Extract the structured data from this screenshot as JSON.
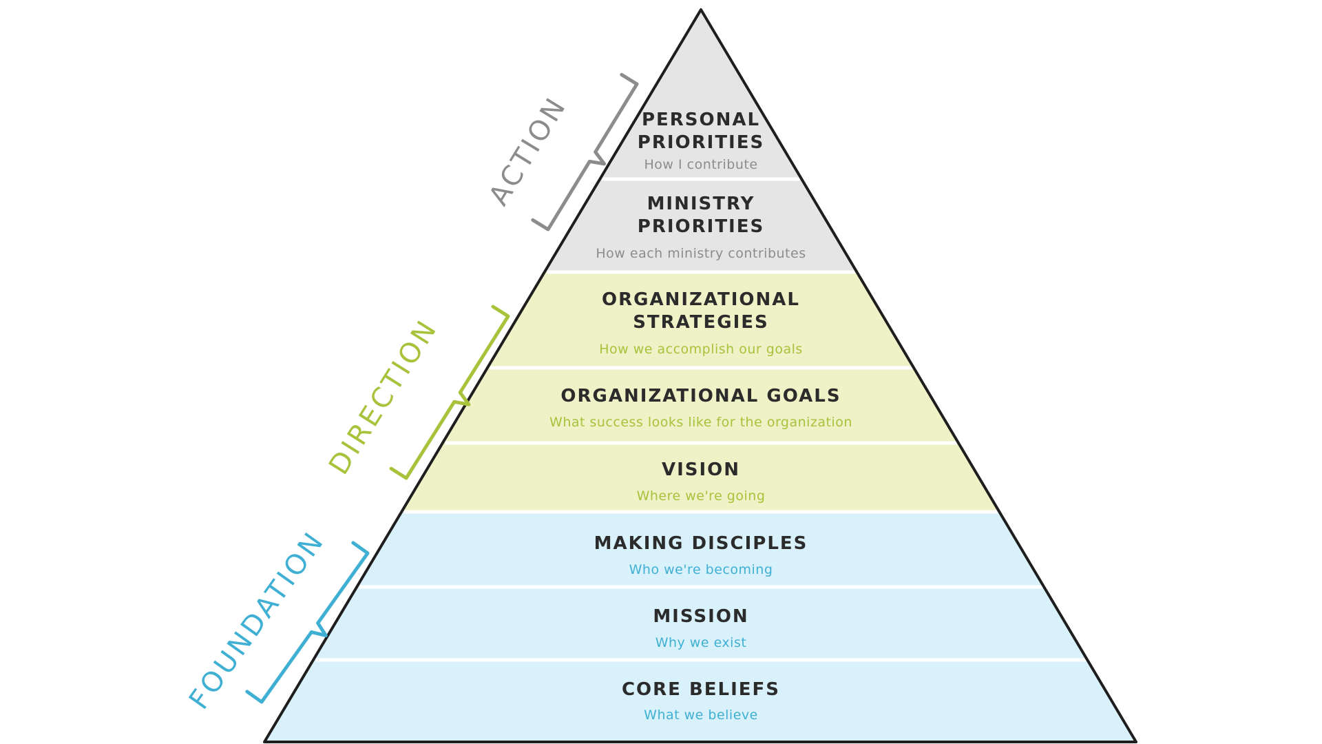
{
  "colors": {
    "action": "#8c8c8c",
    "action_fill": "#e5e5e5",
    "direction": "#a8c23c",
    "direction_fill": "#eff1c6",
    "foundation": "#3fb0d3",
    "foundation_fill": "#d9f1fb",
    "outline": "#1e1e1e",
    "divider": "#ffffff",
    "title": "#2b2b2b"
  },
  "groups": [
    {
      "id": "action",
      "label": "ACTION"
    },
    {
      "id": "direction",
      "label": "DIRECTION"
    },
    {
      "id": "foundation",
      "label": "FOUNDATION"
    }
  ],
  "layers": [
    {
      "group": "action",
      "title": [
        "PERSONAL",
        "PRIORITIES"
      ],
      "subtitle": "How I contribute"
    },
    {
      "group": "action",
      "title": [
        "MINISTRY",
        "PRIORITIES"
      ],
      "subtitle": "How each ministry contributes"
    },
    {
      "group": "direction",
      "title": [
        "ORGANIZATIONAL",
        "STRATEGIES"
      ],
      "subtitle": "How we accomplish our goals"
    },
    {
      "group": "direction",
      "title": [
        "ORGANIZATIONAL GOALS"
      ],
      "subtitle": "What success looks like for the organization"
    },
    {
      "group": "direction",
      "title": [
        "VISION"
      ],
      "subtitle": "Where we're going"
    },
    {
      "group": "foundation",
      "title": [
        "MAKING DISCIPLES"
      ],
      "subtitle": "Who we're becoming"
    },
    {
      "group": "foundation",
      "title": [
        "MISSION"
      ],
      "subtitle": "Why we exist"
    },
    {
      "group": "foundation",
      "title": [
        "CORE BELIEFS"
      ],
      "subtitle": "What we believe"
    }
  ]
}
